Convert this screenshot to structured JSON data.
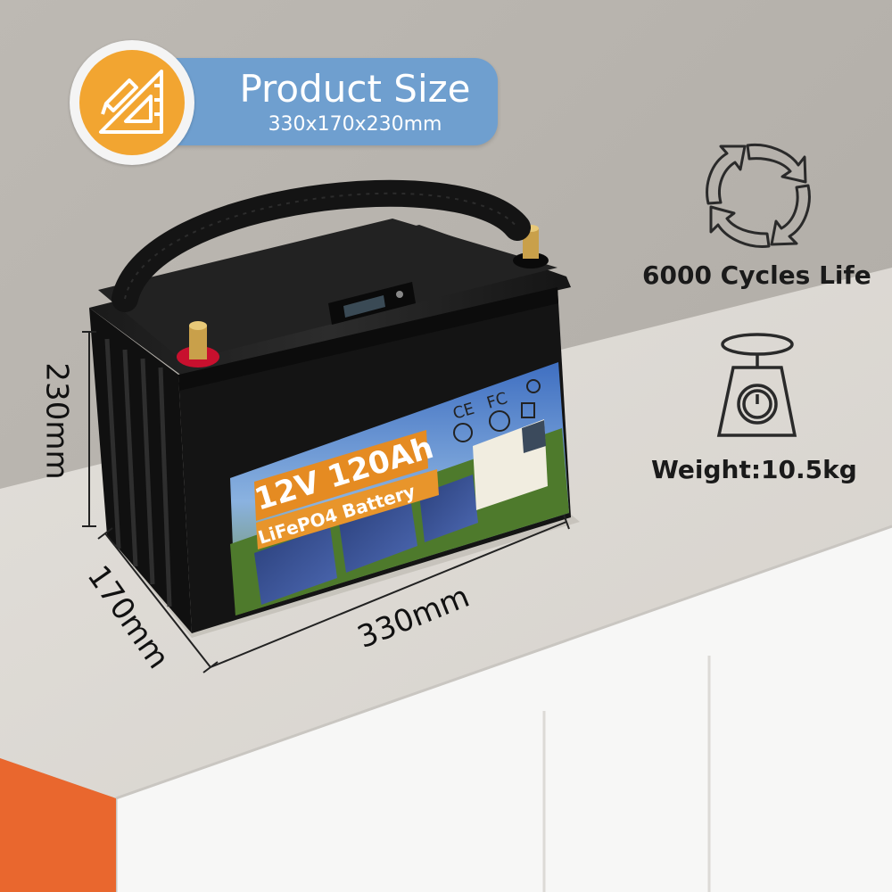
{
  "banner": {
    "title": "Product Size",
    "dimensions": "330x170x230mm",
    "icon": "ruler-triangle-icon",
    "accent_color": "#f2a531",
    "bar_color": "#6f9fcf"
  },
  "features": [
    {
      "icon": "cycle-arrows-icon",
      "label": "6000 Cycles Life"
    },
    {
      "icon": "weight-scale-icon",
      "label": "Weight:10.5kg"
    }
  ],
  "dimensions": {
    "height": "230mm",
    "depth": "170mm",
    "width": "330mm"
  },
  "battery_label": {
    "line1": "12V 120Ah",
    "line2": "LiFePO4 Battery"
  }
}
